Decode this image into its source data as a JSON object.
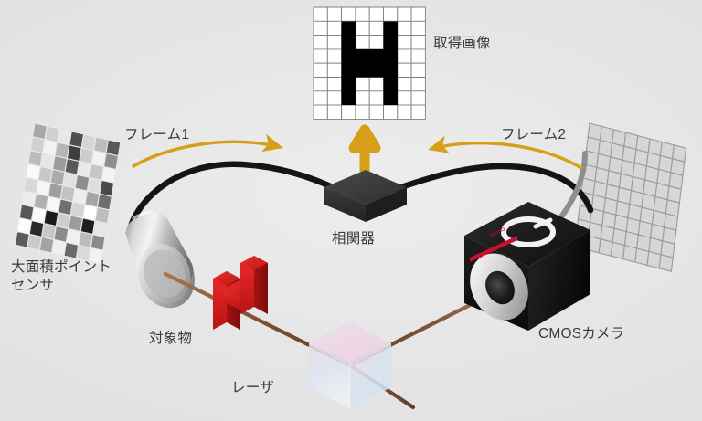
{
  "figure": {
    "kind": "optical-setup-diagram",
    "language": "ja",
    "background_color": "#e8e8e8"
  },
  "labels": {
    "acquired_image": "取得画像",
    "frame1": "フレーム1",
    "frame2": "フレーム2",
    "correlator": "相関器",
    "point_sensor": "大面積ポイント\nセンサ",
    "object": "対象物",
    "laser": "レーザ",
    "cmos_camera": "CMOSカメラ"
  },
  "colors": {
    "background": "#e8e8e8",
    "arrow_gold": "#d5a017",
    "cable_black": "#1b1b1b",
    "object_red": "#d61f20",
    "object_red_dark": "#9e1314",
    "camera_body": "#141414",
    "camera_accent_red": "#c8102e",
    "correlator_gray": "#3c3c3c",
    "sensor_silver": "#c9c9c9",
    "beam_laser": "#8a5a3b",
    "text": "#3a3a3a"
  },
  "acquired_image": {
    "grid_cols": 8,
    "grid_rows": 8,
    "grid_line_color": "#808080",
    "cell_fill": "#ffffff",
    "letter": "H",
    "letter_color": "#000000",
    "letter_cells": [
      [
        2,
        1
      ],
      [
        2,
        2
      ],
      [
        2,
        3
      ],
      [
        2,
        4
      ],
      [
        2,
        5
      ],
      [
        2,
        6
      ],
      [
        3,
        3
      ],
      [
        3,
        4
      ],
      [
        4,
        3
      ],
      [
        4,
        4
      ],
      [
        5,
        1
      ],
      [
        5,
        2
      ],
      [
        5,
        3
      ],
      [
        5,
        4
      ],
      [
        5,
        5
      ],
      [
        5,
        6
      ]
    ]
  },
  "frame1_pattern": {
    "description": "random grayscale speckle mask",
    "cols": 7,
    "rows": 9,
    "cells": [
      [
        "#a8a8a8",
        "#cfcfcf",
        "#e8e8e8",
        "#4f4f4f",
        "#d6d6d6",
        "#bdbdbd",
        "#595959"
      ],
      [
        "#d0d0d0",
        "#f3f3f3",
        "#b6b6b6",
        "#3f3f3f",
        "#cdcdcd",
        "#f2f2f2",
        "#8f8f8f"
      ],
      [
        "#bcbcbc",
        "#e6e6e6",
        "#9b9b9b",
        "#5a5a5a",
        "#e9e9e9",
        "#c5c5c5",
        "#f4f4f4"
      ],
      [
        "#fafafa",
        "#c8c8c8",
        "#ababab",
        "#e0e0e0",
        "#8d8d8d",
        "#dedede",
        "#4a4a4a"
      ],
      [
        "#d8d8d8",
        "#f6f6f6",
        "#9f9f9f",
        "#c2c2c2",
        "#ededed",
        "#a5a5a5",
        "#6f6f6f"
      ],
      [
        "#ededed",
        "#b0b0b0",
        "#f7f7f7",
        "#707070",
        "#d4d4d4",
        "#ffffff",
        "#bdbdbd"
      ],
      [
        "#585858",
        "#fafafa",
        "#1a1a1a",
        "#cfcfcf",
        "#9d9d9d",
        "#1e1e1e",
        "#e6e6e6"
      ],
      [
        "#fdfdfd",
        "#2a2a2a",
        "#c7c7c7",
        "#8b8b8b",
        "#f0f0f0",
        "#bcbcbc",
        "#8a8a8a"
      ],
      [
        "#5b5b5b",
        "#cacaca",
        "#a3a3a3",
        "#efefef",
        "#6a6a6a",
        "#dadada",
        "#f2f2f2"
      ]
    ]
  },
  "frame2_pattern": {
    "description": "uniform light-gray grid",
    "cols": 8,
    "rows": 9,
    "cell_fill": "#d6d6d6",
    "line_color": "#9a9a9a"
  },
  "beam_splitter": {
    "description": "translucent dichroic cube",
    "top_color": "#e9cfe0",
    "left_color": "#dfe3ef",
    "right_color": "#cfe0ee"
  },
  "arrows": [
    {
      "name": "frame1-arrow",
      "direction": "right",
      "color": "#d5a017"
    },
    {
      "name": "frame2-arrow",
      "direction": "left",
      "color": "#d5a017"
    },
    {
      "name": "output-arrow",
      "direction": "up",
      "color": "#d5a017"
    }
  ]
}
